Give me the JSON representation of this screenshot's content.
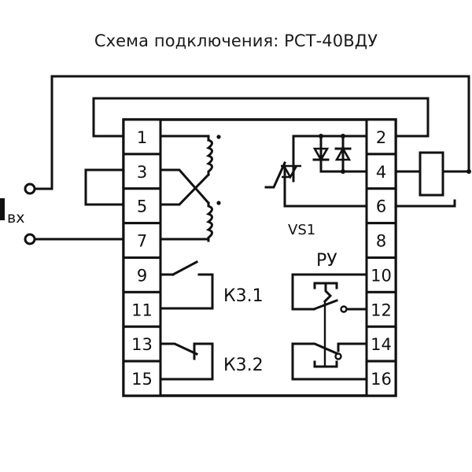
{
  "title": "Схема подключения: РСТ-40ВДУ",
  "input_label": "Iвх",
  "left_terminals": [
    "1",
    "3",
    "5",
    "7",
    "9",
    "11",
    "13",
    "15"
  ],
  "right_terminals": [
    "2",
    "4",
    "6",
    "8",
    "10",
    "12",
    "14",
    "16"
  ],
  "labels": {
    "thyristor": "VS1",
    "contact_1": "К3.1",
    "contact_2": "К3.2",
    "reset_switch": "РУ"
  },
  "colors": {
    "line": "#111111",
    "background": "#ffffff"
  }
}
